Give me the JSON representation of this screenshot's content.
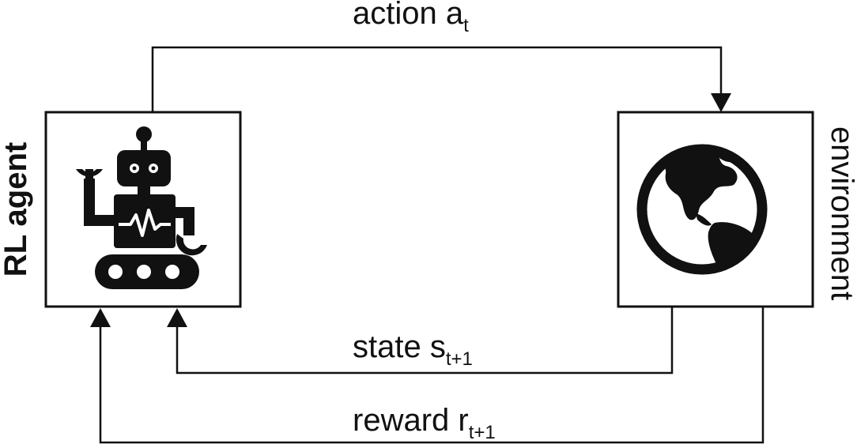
{
  "agent": {
    "label": "RL agent",
    "icon": "robot-icon"
  },
  "environment": {
    "label": "environment",
    "icon": "globe-icon"
  },
  "action": {
    "word": "action a",
    "subscript": "t"
  },
  "state": {
    "word": "state s",
    "subscript": "t+1"
  },
  "reward": {
    "word": "reward r",
    "subscript": "t+1"
  },
  "colors": {
    "ink": "#111111",
    "background": "#ffffff"
  }
}
